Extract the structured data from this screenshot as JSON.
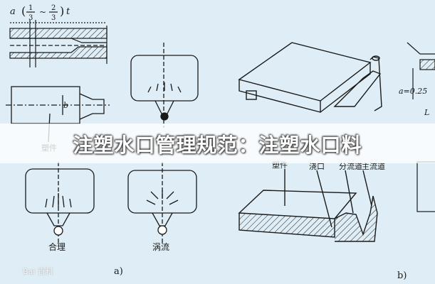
{
  "title": "注塑水口管理规范：注塑水口料",
  "panel_a": {
    "formula_prefix": "a",
    "frac1": "1",
    "frac1_den": "3",
    "tilde": "~",
    "frac2": "2",
    "frac2_den": "3",
    "formula_suffix": "t",
    "dim_b": "b",
    "part_label": "塑件",
    "caption_good": "合理",
    "caption_vortex": "涡流",
    "panel_tag": "a)"
  },
  "panel_b": {
    "part_label": "塑件",
    "gate_label": "浇口",
    "overflow_label": "分流道",
    "runner_label": "主流道",
    "formula": "a=0.25",
    "dim_L": "L",
    "panel_tag": "b)"
  },
  "watermark": "Bai 百科",
  "colors": {
    "background": "#dfeef6",
    "line": "#1a1a1a"
  }
}
